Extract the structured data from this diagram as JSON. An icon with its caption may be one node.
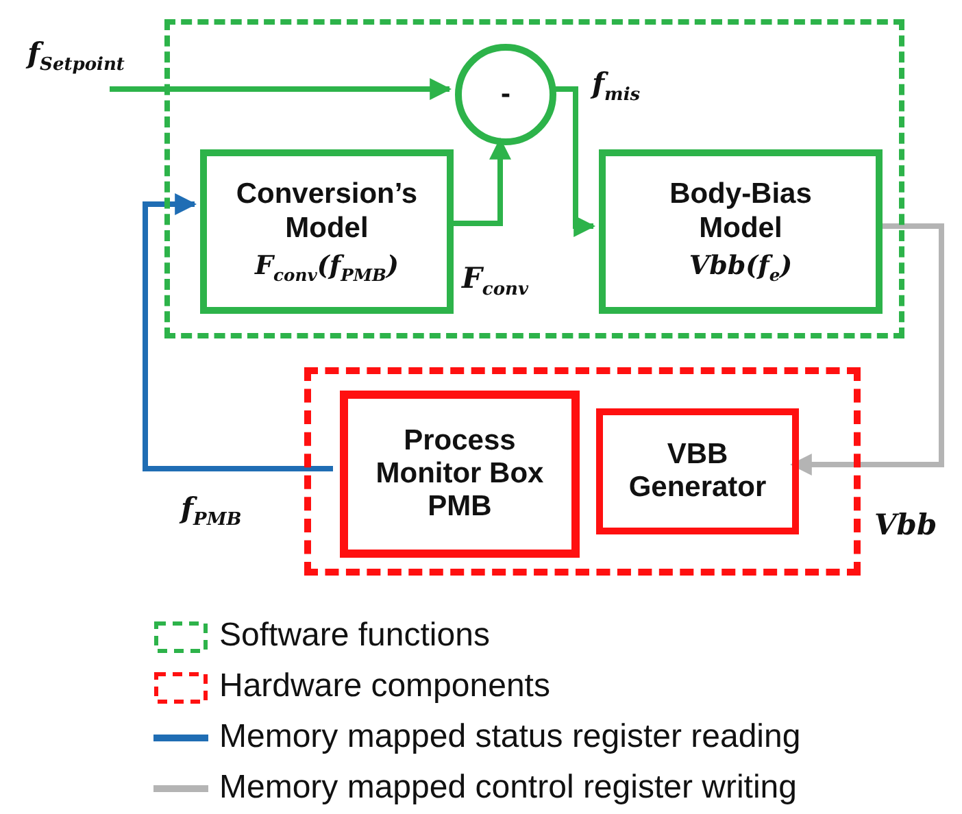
{
  "diagram": {
    "nodes": [
      {
        "text": [],
        "shape": "box"
      },
      {
        "text": [
          "-"
        ],
        "in": 0
      },
      {
        "text": [
          "Conversion’s Model",
          "F$_{conv}$(f$_{PMB}$)"
        ],
        "in": 0
      },
      {
        "text": [
          "Body-Bias Model",
          "Vbb(f$_{e}$)"
        ],
        "in": 0
      },
      {
        "text": [],
        "shape": "box"
      },
      {
        "text": [
          "Process Monitor Box PMB"
        ],
        "in": 4
      },
      {
        "text": [
          "VBB Generator"
        ],
        "in": 4
      }
    ],
    "edges": [
      {
        "from": null,
        "to": 1,
        "arrow": "to",
        "label": "f$_{Setpoint}$"
      },
      {
        "from": 2,
        "to": 1,
        "arrow": "to",
        "label": "F$_{conv}$"
      },
      {
        "from": 1,
        "to": 3,
        "arrow": "to",
        "label": "f$_{mis}$"
      },
      {
        "from": 5,
        "to": 2,
        "arrow": "to",
        "label": "f$_{PMB}$",
        "color": "#1f6db4"
      },
      {
        "from": 3,
        "to": 6,
        "arrow": "to",
        "label": "Vbb",
        "color": "#b4b4b4"
      }
    ],
    "legend": [
      {
        "text": "Software functions"
      },
      {
        "text": "Hardware components"
      },
      {
        "text": "Memory mapped status register reading"
      },
      {
        "text": "Memory mapped control register writing"
      }
    ]
  }
}
